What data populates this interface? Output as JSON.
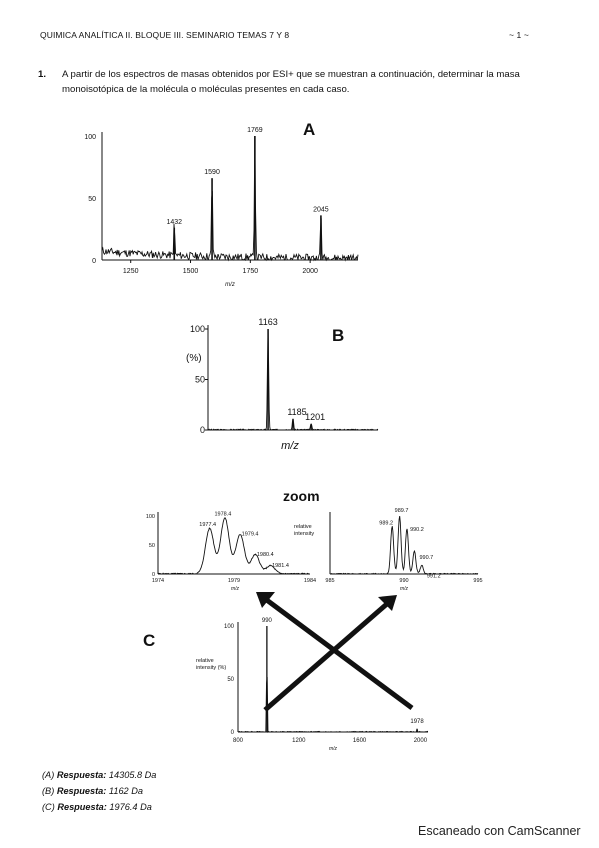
{
  "header": {
    "title": "QUIMICA ANALÍTICA II. BLOQUE III. SEMINARIO TEMAS 7 Y 8",
    "page_number": "~ 1 ~"
  },
  "question": {
    "number": "1.",
    "text_line1": "A partir de los espectros de masas obtenidos por ESI+ que se muestran a continuación, determinar la masa",
    "text_line2": "monoisotópica de la molécula o moléculas presentes en cada caso."
  },
  "spectrum_a": {
    "letter": "A",
    "y_ticks": [
      "100",
      "50",
      "0"
    ],
    "x_ticks": [
      "1250",
      "1500",
      "1750",
      "2000"
    ],
    "x_label": "m/z",
    "peak_labels": [
      "1432",
      "1590",
      "1769",
      "2045"
    ]
  },
  "spectrum_b": {
    "letter": "B",
    "y_label": "(%)",
    "y_ticks": [
      "100",
      "50",
      "0"
    ],
    "x_label": "m/z",
    "peak_labels": [
      "1163",
      "1185",
      "1201"
    ]
  },
  "zoom_label": "zoom",
  "spectrum_c": {
    "letter": "C",
    "main": {
      "y_label_line1": "relative",
      "y_label_line2": "intensity (%)",
      "y_ticks": [
        "100",
        "50",
        "0"
      ],
      "x_ticks": [
        "800",
        "1200",
        "1600",
        "2000"
      ],
      "x_label": "m/z",
      "peak_labels": [
        "990",
        "1978"
      ]
    },
    "zoom_left": {
      "y_ticks": [
        "100",
        "50",
        "0"
      ],
      "x_ticks": [
        "1974",
        "1979",
        "1984"
      ],
      "x_label": "m/z",
      "peak_labels": [
        "1977.4",
        "1978.4",
        "1979.4",
        "1980.4",
        "1981.4"
      ]
    },
    "zoom_right": {
      "y_label_line1": "relative",
      "y_label_line2": "intensity",
      "x_ticks": [
        "985",
        "990",
        "995"
      ],
      "x_label": "m/z",
      "peak_labels": [
        "989.2",
        "989.7",
        "990.2",
        "990.7",
        "991.2"
      ]
    }
  },
  "answers": [
    {
      "prefix": "(A)",
      "label": "Respuesta:",
      "value": "14305.8 Da"
    },
    {
      "prefix": "(B)",
      "label": "Respuesta:",
      "value": "1162 Da"
    },
    {
      "prefix": "(C)",
      "label": "Respuesta:",
      "value": "1976.4 Da"
    }
  ],
  "footer": "Escaneado con CamScanner",
  "chart_data": [
    {
      "type": "line",
      "title": "A",
      "xlabel": "m/z",
      "ylabel": "",
      "xlim": [
        1130,
        2200
      ],
      "ylim": [
        0,
        100
      ],
      "peaks": [
        {
          "x": 1432,
          "y": 26
        },
        {
          "x": 1590,
          "y": 66
        },
        {
          "x": 1769,
          "y": 100
        },
        {
          "x": 2045,
          "y": 36
        }
      ]
    },
    {
      "type": "line",
      "title": "B",
      "xlabel": "m/z",
      "ylabel": "(%)",
      "xlim": [
        1110,
        1260
      ],
      "ylim": [
        0,
        100
      ],
      "peaks": [
        {
          "x": 1163,
          "y": 100
        },
        {
          "x": 1185,
          "y": 11
        },
        {
          "x": 1201,
          "y": 6
        }
      ]
    },
    {
      "type": "line",
      "title": "C",
      "xlabel": "m/z",
      "ylabel": "relative intensity (%)",
      "xlim": [
        800,
        2050
      ],
      "ylim": [
        0,
        100
      ],
      "peaks": [
        {
          "x": 990,
          "y": 100
        },
        {
          "x": 1978,
          "y": 3
        }
      ]
    },
    {
      "type": "line",
      "xlabel": "m/z",
      "xlim": [
        1974,
        1984
      ],
      "ylim": [
        0,
        100
      ],
      "peaks": [
        {
          "x": 1977.4,
          "y": 78
        },
        {
          "x": 1978.4,
          "y": 96
        },
        {
          "x": 1979.4,
          "y": 68
        },
        {
          "x": 1980.4,
          "y": 33
        },
        {
          "x": 1981.4,
          "y": 14
        }
      ]
    },
    {
      "type": "line",
      "xlabel": "m/z",
      "ylabel": "relative intensity",
      "xlim": [
        985,
        995
      ],
      "ylim": [
        0,
        100
      ],
      "peaks": [
        {
          "x": 989.2,
          "y": 82
        },
        {
          "x": 989.7,
          "y": 100
        },
        {
          "x": 990.2,
          "y": 78
        },
        {
          "x": 990.7,
          "y": 40
        },
        {
          "x": 991.2,
          "y": 15
        }
      ]
    }
  ]
}
